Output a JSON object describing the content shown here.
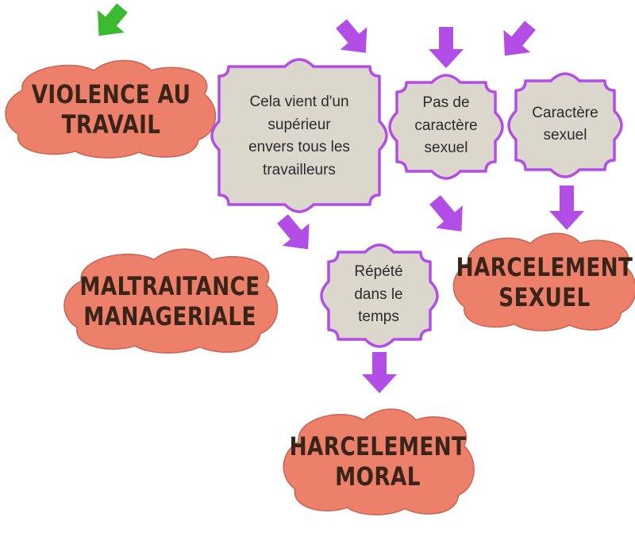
{
  "colors": {
    "red_node": "#ec806a",
    "red_outline": "#c96352",
    "grey_node": "#dcd7cc",
    "purple": "#b24ee6",
    "green": "#3cb930"
  },
  "nodes": {
    "violence": {
      "text": "VIOLENCE AU\nTRAVAIL"
    },
    "superieur": {
      "text": "Cela vient d'un\nsupérieur\nenvers tous les\ntravailleurs"
    },
    "pas_sexuel": {
      "text": "Pas de\ncaractère\nsexuel"
    },
    "sexuel": {
      "text": "Caractère\nsexuel"
    },
    "repete": {
      "text": "Répété\ndans le\ntemps"
    },
    "maltraitance": {
      "text": "MALTRAITANCE\nMANAGERIALE"
    },
    "harcelement_sexuel": {
      "text": "HARCELEMENT\nSEXUEL"
    },
    "harcelement_moral": {
      "text": "HARCELEMENT\nMORAL"
    }
  },
  "arrows": [
    {
      "name": "arrow-into-violence",
      "color": "green"
    },
    {
      "name": "arrow-into-superieur",
      "color": "purple"
    },
    {
      "name": "arrow-into-pas-sexuel",
      "color": "purple"
    },
    {
      "name": "arrow-into-sexuel",
      "color": "purple"
    },
    {
      "name": "arrow-superieur-to-maltraitance",
      "color": "purple"
    },
    {
      "name": "arrow-pas-sexuel-to-repete",
      "color": "purple"
    },
    {
      "name": "arrow-sexuel-to-harcelement-sexuel",
      "color": "purple"
    },
    {
      "name": "arrow-repete-to-harcelement-moral",
      "color": "purple"
    }
  ]
}
